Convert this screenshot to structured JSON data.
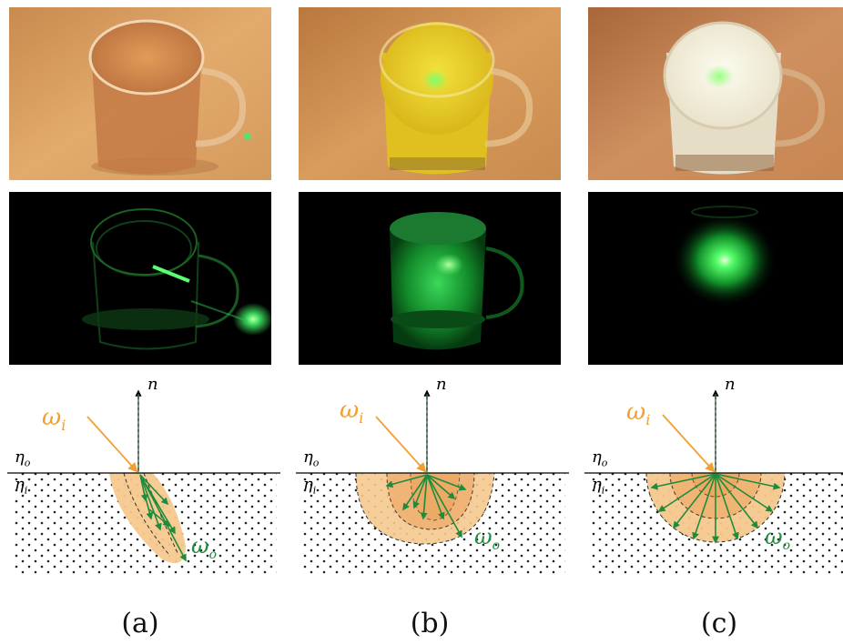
{
  "panels": [
    {
      "caption": "(a)",
      "labels": {
        "normal": "n",
        "incident": "ω",
        "incident_sub": "i",
        "outgoing": "ω",
        "outgoing_sub": "o",
        "eta_o": "η",
        "eta_o_sub": "o",
        "eta_i": "η",
        "eta_i_sub": "i"
      }
    },
    {
      "caption": "(b)",
      "labels": {
        "normal": "n",
        "incident": "ω",
        "incident_sub": "i",
        "outgoing": "ω",
        "outgoing_sub": "o",
        "eta_o": "η",
        "eta_o_sub": "o",
        "eta_i": "η",
        "eta_i_sub": "i"
      }
    },
    {
      "caption": "(c)",
      "labels": {
        "normal": "n",
        "incident": "ω",
        "incident_sub": "i",
        "outgoing": "ω",
        "outgoing_sub": "o",
        "eta_o": "η",
        "eta_o_sub": "o",
        "eta_i": "η",
        "eta_i_sub": "i"
      }
    }
  ],
  "colors": {
    "incident_arrow": "#f0a030",
    "scatter_arrow": "#1e8c3c",
    "lobe_fill": "#f6c98e",
    "wood": "#d9a066",
    "laser": "#39ff5a"
  }
}
